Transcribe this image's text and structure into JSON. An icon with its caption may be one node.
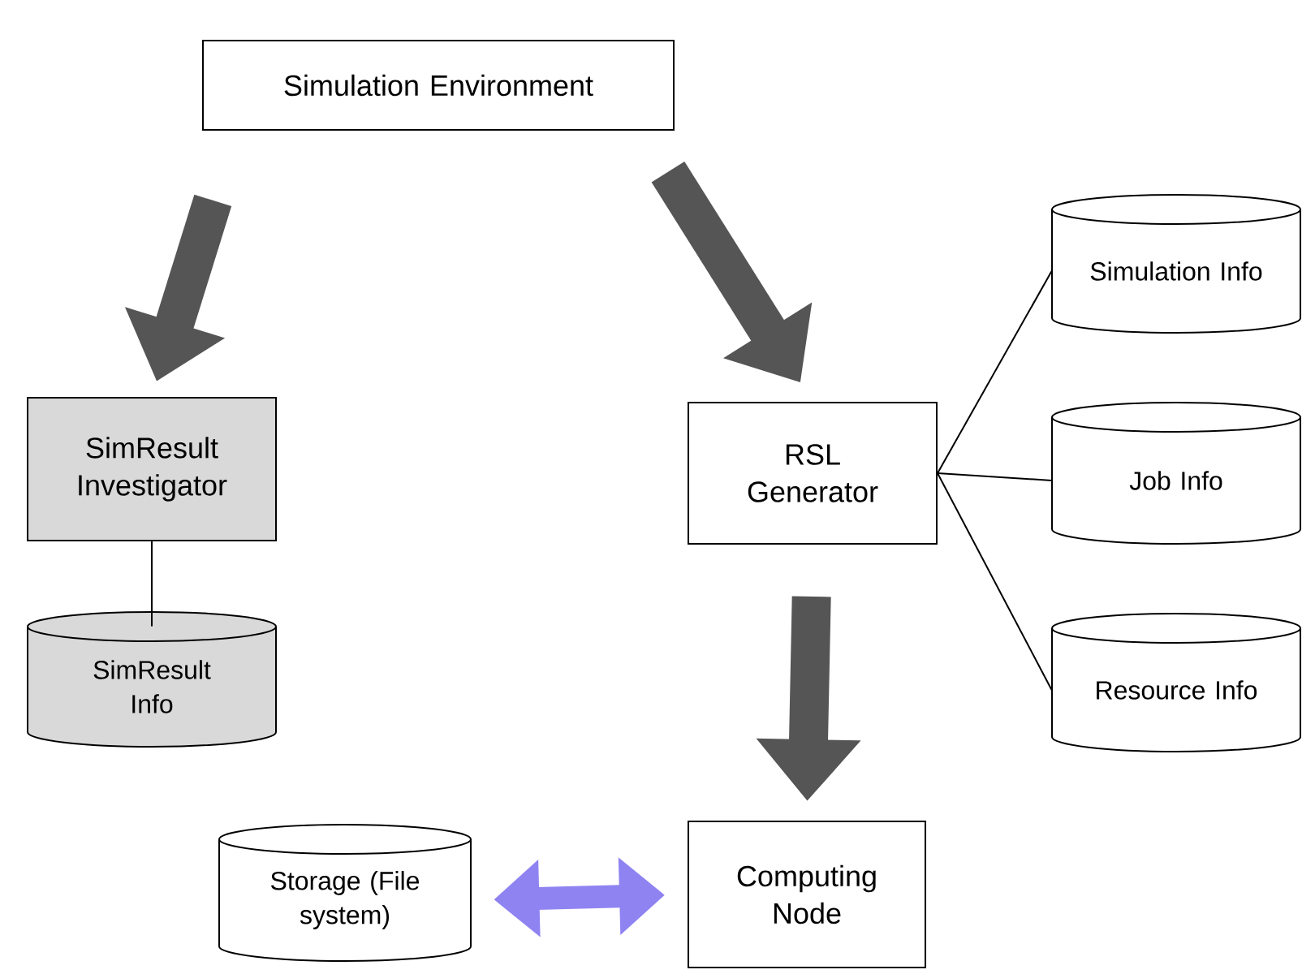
{
  "diagram": {
    "nodes": [
      {
        "text": [
          "Simulation Environment"
        ]
      },
      {
        "text": [
          "SimResult Investigator"
        ]
      },
      {
        "text": [
          "SimResult Info"
        ]
      },
      {
        "text": [
          "RSL Generator"
        ]
      },
      {
        "text": [
          "Simulation Info"
        ]
      },
      {
        "text": [
          "Job Info"
        ]
      },
      {
        "text": [
          "Resource Info"
        ]
      },
      {
        "text": [
          "Storage (File system)"
        ]
      },
      {
        "text": [
          "Computing Node"
        ]
      }
    ],
    "edges": [
      {
        "from": 0,
        "to": 1,
        "arrow": "to",
        "style": "thick"
      },
      {
        "from": 0,
        "to": 3,
        "arrow": "to",
        "style": "thick"
      },
      {
        "from": 1,
        "to": 2,
        "arrow": "none"
      },
      {
        "from": 3,
        "to": 4,
        "arrow": "none"
      },
      {
        "from": 3,
        "to": 5,
        "arrow": "none"
      },
      {
        "from": 3,
        "to": 6,
        "arrow": "none"
      },
      {
        "from": 3,
        "to": 8,
        "arrow": "to",
        "style": "thick"
      },
      {
        "from": 7,
        "to": 8,
        "arrow": "both",
        "style": "thick",
        "color": "#8f83f2"
      }
    ]
  }
}
